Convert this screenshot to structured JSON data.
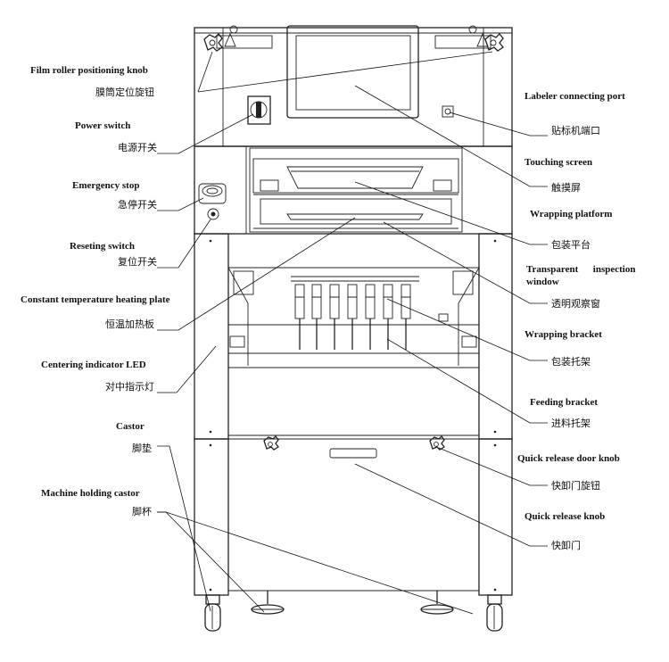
{
  "labels": {
    "film_roller_knob": {
      "en": "Film roller positioning knob",
      "zh": "膜筒定位旋钮"
    },
    "power_switch": {
      "en": "Power switch",
      "zh": "电源开关"
    },
    "emergency_stop": {
      "en": "Emergency stop",
      "zh": "急停开关"
    },
    "reseting_switch": {
      "en": "Reseting switch",
      "zh": "复位开关"
    },
    "heating_plate": {
      "en": "Constant temperature heating plate",
      "zh": "恒温加热板"
    },
    "centering_led": {
      "en": "Centering indicator LED",
      "zh": "对中指示灯"
    },
    "castor": {
      "en": "Castor",
      "zh": "脚垫"
    },
    "holding_castor": {
      "en": "Machine holding castor",
      "zh": "脚杯"
    },
    "labeler_port": {
      "en": "Labeler connecting port",
      "zh": "贴标机端口"
    },
    "touching_screen": {
      "en": "Touching screen",
      "zh": "触摸屏"
    },
    "wrapping_platform": {
      "en": "Wrapping platform",
      "zh": "包装平台"
    },
    "inspection_window": {
      "en_line1": "Transparent      inspection",
      "en_line2": "window",
      "zh": "透明观察窗"
    },
    "wrapping_bracket": {
      "en": "Wrapping bracket",
      "zh": "包装托架"
    },
    "feeding_bracket": {
      "en": "Feeding bracket",
      "zh": "进料托架"
    },
    "door_knob": {
      "en": "Quick release door knob",
      "zh": "快卸门旋钮"
    },
    "release_knob": {
      "en": "Quick release knob",
      "zh": "快卸门"
    }
  },
  "colors": {
    "line": "#222222",
    "text": "#111111",
    "background": "#ffffff"
  }
}
